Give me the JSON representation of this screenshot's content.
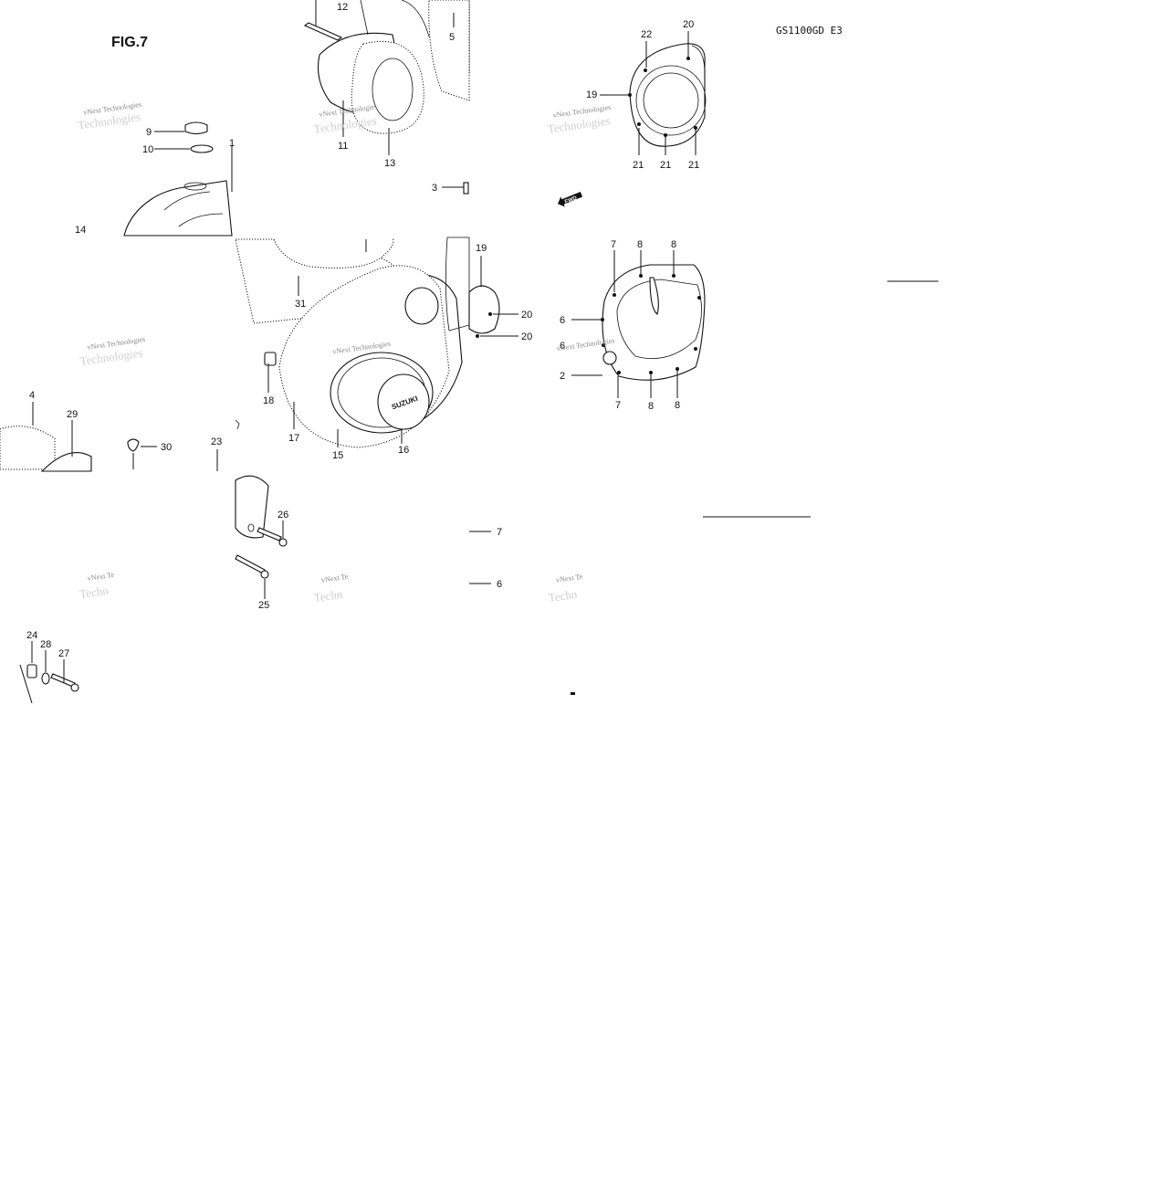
{
  "figure": {
    "title": "FIG.7",
    "model": "GS1100GD E3",
    "fwd_label": "FWD",
    "hub_text": "SUZUKI"
  },
  "callouts": [
    "1",
    "2",
    "3",
    "4",
    "5",
    "6",
    "6",
    "6",
    "7",
    "7",
    "7",
    "8",
    "8",
    "8",
    "8",
    "9",
    "10",
    "11",
    "12",
    "13",
    "14",
    "15",
    "16",
    "17",
    "18",
    "19",
    "19",
    "20",
    "20",
    "20",
    "21",
    "21",
    "21",
    "22",
    "23",
    "24",
    "25",
    "26",
    "27",
    "28",
    "29",
    "30",
    "31"
  ],
  "watermark": {
    "line1": "vNext Technologies",
    "line2": "Technologies",
    "short1": "vNext Te",
    "short2": "Techn"
  },
  "colors": {
    "ink": "#111111",
    "paper": "#ffffff",
    "watermark": "#888888"
  }
}
